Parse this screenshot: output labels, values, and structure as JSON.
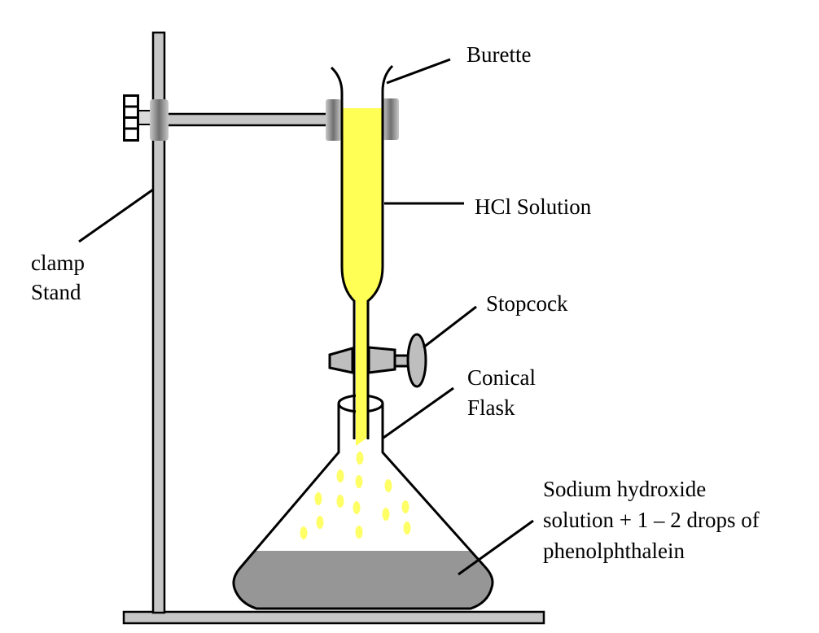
{
  "figure": {
    "subject": "Acid-base titration apparatus",
    "labels": {
      "burette": "Burette",
      "hcl_solution": "HCl Solution",
      "stopcock": "Stopcock",
      "clamp_stand": {
        "line1": "clamp",
        "line2": "Stand"
      },
      "conical_flask": {
        "line1": "Conical",
        "line2": "Flask"
      },
      "naoh": {
        "line1": "Sodium hydroxide",
        "line2": "solution + 1 – 2 drops of",
        "line3": "phenolphthalein"
      }
    },
    "colors": {
      "titrant_yellow": "#FFFF55",
      "droplet_yellow": "#FFFF66",
      "flask_liquid_gray": "#969696",
      "hardware_gray": "#C6C6C6",
      "stopcock_gray": "#BEBEBE",
      "knob_white": "#FFFFFF",
      "outline_black": "#000000",
      "background": "#FFFFFF"
    }
  }
}
